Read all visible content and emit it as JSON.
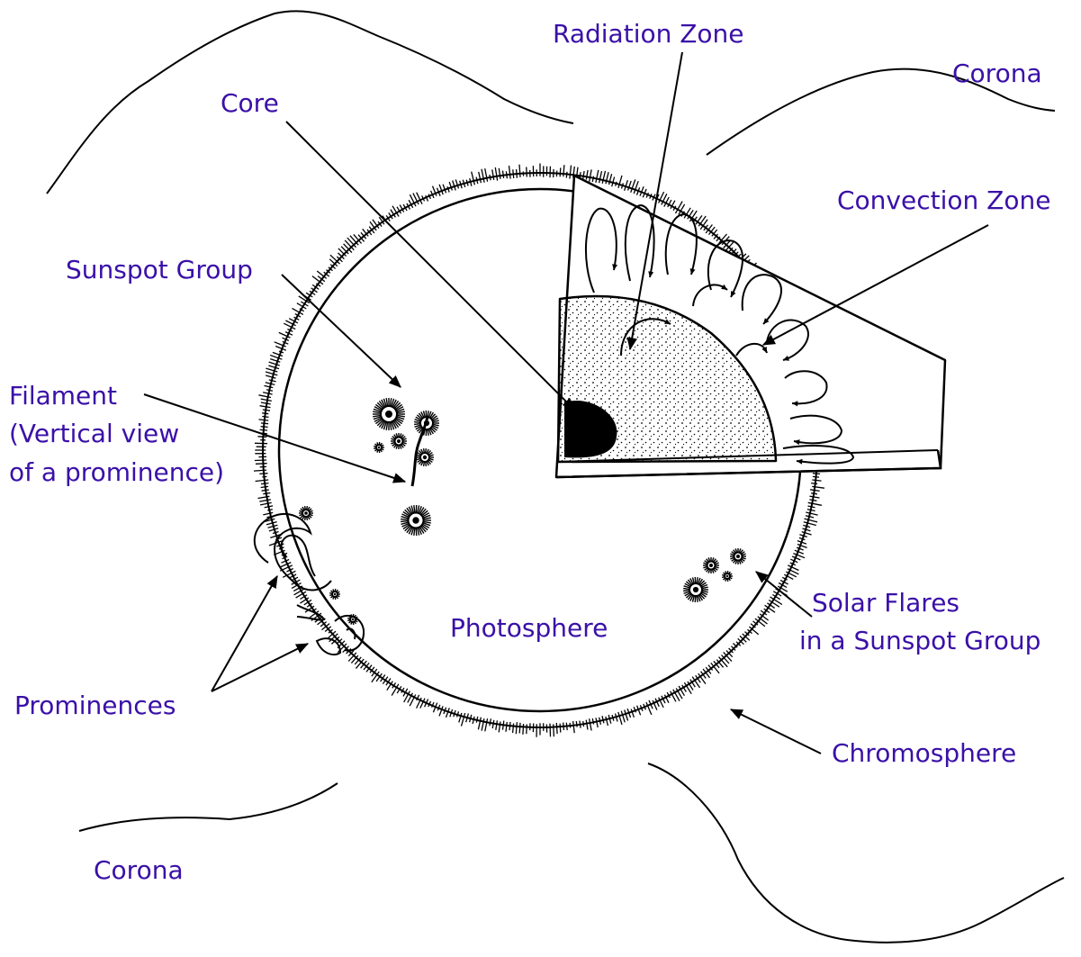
{
  "colors": {
    "label": "#3a10a8",
    "ink": "#000000",
    "paper": "#ffffff"
  },
  "labels": {
    "radiation_zone": "Radiation Zone",
    "corona_top": "Corona",
    "core": "Core",
    "convection_zone": "Convection Zone",
    "sunspot_group": "Sunspot Group",
    "filament_1": "Filament",
    "filament_2": "(Vertical view",
    "filament_3": "of a prominence)",
    "solar_flares_1": "Solar Flares",
    "solar_flares_2": "in a Sunspot Group",
    "photosphere": "Photosphere",
    "prominences": "Prominences",
    "chromosphere": "Chromosphere",
    "corona_bottom": "Corona"
  }
}
